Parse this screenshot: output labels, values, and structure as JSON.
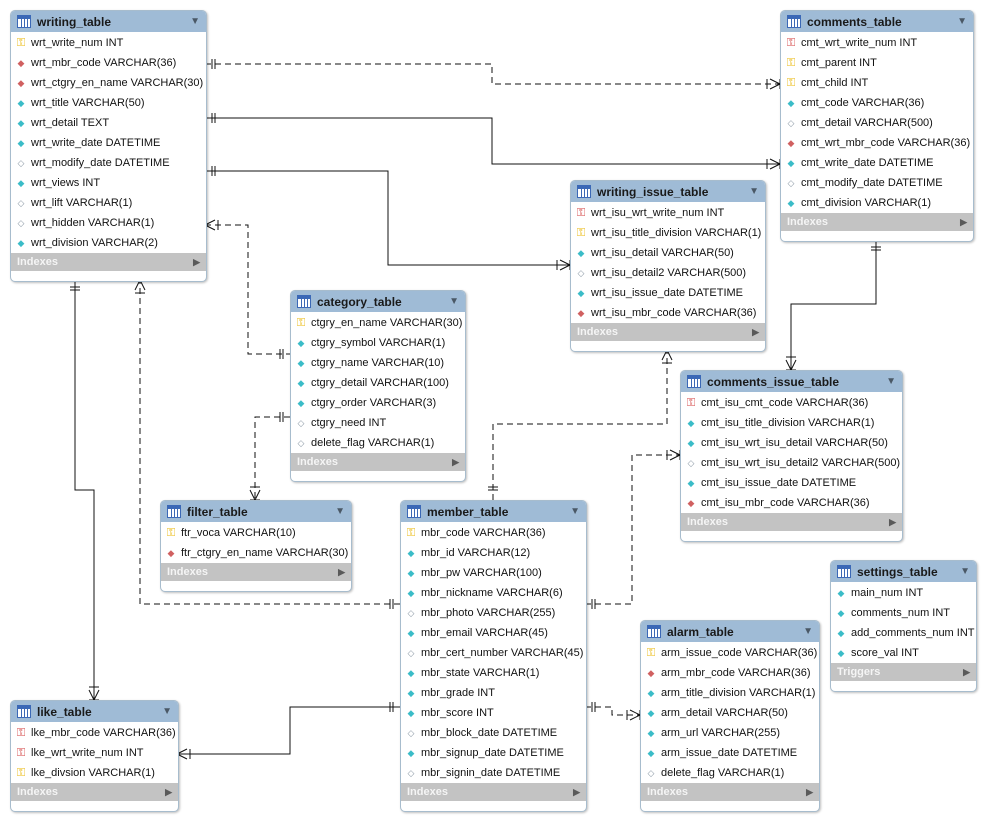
{
  "tables": {
    "writing_table": {
      "name": "writing_table",
      "columns": [
        {
          "icon": "pk-key-icon",
          "text": "wrt_write_num INT"
        },
        {
          "icon": "fk-diamond-icon",
          "text": "wrt_mbr_code VARCHAR(36)"
        },
        {
          "icon": "fk-diamond-icon",
          "text": "wrt_ctgry_en_name VARCHAR(30)"
        },
        {
          "icon": "column-diamond-icon",
          "text": "wrt_title VARCHAR(50)"
        },
        {
          "icon": "column-diamond-icon",
          "text": "wrt_detail TEXT"
        },
        {
          "icon": "column-diamond-icon",
          "text": "wrt_write_date DATETIME"
        },
        {
          "icon": "nullable-diamond-icon",
          "text": "wrt_modify_date DATETIME"
        },
        {
          "icon": "column-diamond-icon",
          "text": "wrt_views INT"
        },
        {
          "icon": "nullable-diamond-icon",
          "text": "wrt_lift VARCHAR(1)"
        },
        {
          "icon": "nullable-diamond-icon",
          "text": "wrt_hidden VARCHAR(1)"
        },
        {
          "icon": "column-diamond-icon",
          "text": "wrt_division VARCHAR(2)"
        }
      ],
      "footer": "Indexes"
    },
    "comments_table": {
      "name": "comments_table",
      "columns": [
        {
          "icon": "fk-pk-key-icon",
          "text": "cmt_wrt_write_num INT"
        },
        {
          "icon": "pk-key-icon",
          "text": "cmt_parent INT"
        },
        {
          "icon": "pk-key-icon",
          "text": "cmt_child INT"
        },
        {
          "icon": "column-diamond-icon",
          "text": "cmt_code VARCHAR(36)"
        },
        {
          "icon": "nullable-diamond-icon",
          "text": "cmt_detail VARCHAR(500)"
        },
        {
          "icon": "fk-diamond-icon",
          "text": "cmt_wrt_mbr_code VARCHAR(36)"
        },
        {
          "icon": "column-diamond-icon",
          "text": "cmt_write_date DATETIME"
        },
        {
          "icon": "nullable-diamond-icon",
          "text": "cmt_modify_date DATETIME"
        },
        {
          "icon": "column-diamond-icon",
          "text": "cmt_division VARCHAR(1)"
        }
      ],
      "footer": "Indexes"
    },
    "writing_issue_table": {
      "name": "writing_issue_table",
      "columns": [
        {
          "icon": "fk-pk-key-icon",
          "text": "wrt_isu_wrt_write_num INT"
        },
        {
          "icon": "pk-key-icon",
          "text": "wrt_isu_title_division VARCHAR(1)"
        },
        {
          "icon": "column-diamond-icon",
          "text": "wrt_isu_detail VARCHAR(50)"
        },
        {
          "icon": "nullable-diamond-icon",
          "text": "wrt_isu_detail2 VARCHAR(500)"
        },
        {
          "icon": "column-diamond-icon",
          "text": "wrt_isu_issue_date DATETIME"
        },
        {
          "icon": "fk-diamond-icon",
          "text": "wrt_isu_mbr_code VARCHAR(36)"
        }
      ],
      "footer": "Indexes"
    },
    "category_table": {
      "name": "category_table",
      "columns": [
        {
          "icon": "pk-key-icon",
          "text": "ctgry_en_name VARCHAR(30)"
        },
        {
          "icon": "column-diamond-icon",
          "text": "ctgry_symbol VARCHAR(1)"
        },
        {
          "icon": "column-diamond-icon",
          "text": "ctgry_name VARCHAR(10)"
        },
        {
          "icon": "column-diamond-icon",
          "text": "ctgry_detail VARCHAR(100)"
        },
        {
          "icon": "column-diamond-icon",
          "text": "ctgry_order VARCHAR(3)"
        },
        {
          "icon": "nullable-diamond-icon",
          "text": "ctgry_need INT"
        },
        {
          "icon": "nullable-diamond-icon",
          "text": "delete_flag VARCHAR(1)"
        }
      ],
      "footer": "Indexes"
    },
    "comments_issue_table": {
      "name": "comments_issue_table",
      "columns": [
        {
          "icon": "fk-pk-key-icon",
          "text": "cmt_isu_cmt_code VARCHAR(36)"
        },
        {
          "icon": "column-diamond-icon",
          "text": "cmt_isu_title_division VARCHAR(1)"
        },
        {
          "icon": "column-diamond-icon",
          "text": "cmt_isu_wrt_isu_detail VARCHAR(50)"
        },
        {
          "icon": "nullable-diamond-icon",
          "text": "cmt_isu_wrt_isu_detail2 VARCHAR(500)"
        },
        {
          "icon": "column-diamond-icon",
          "text": "cmt_isu_issue_date DATETIME"
        },
        {
          "icon": "fk-diamond-icon",
          "text": "cmt_isu_mbr_code VARCHAR(36)"
        }
      ],
      "footer": "Indexes"
    },
    "filter_table": {
      "name": "filter_table",
      "columns": [
        {
          "icon": "pk-key-icon",
          "text": "ftr_voca VARCHAR(10)"
        },
        {
          "icon": "fk-diamond-icon",
          "text": "ftr_ctgry_en_name VARCHAR(30)"
        }
      ],
      "footer": "Indexes"
    },
    "member_table": {
      "name": "member_table",
      "columns": [
        {
          "icon": "pk-key-icon",
          "text": "mbr_code VARCHAR(36)"
        },
        {
          "icon": "column-diamond-icon",
          "text": "mbr_id VARCHAR(12)"
        },
        {
          "icon": "column-diamond-icon",
          "text": "mbr_pw VARCHAR(100)"
        },
        {
          "icon": "column-diamond-icon",
          "text": "mbr_nickname VARCHAR(6)"
        },
        {
          "icon": "nullable-diamond-icon",
          "text": "mbr_photo VARCHAR(255)"
        },
        {
          "icon": "column-diamond-icon",
          "text": "mbr_email VARCHAR(45)"
        },
        {
          "icon": "nullable-diamond-icon",
          "text": "mbr_cert_number VARCHAR(45)"
        },
        {
          "icon": "column-diamond-icon",
          "text": "mbr_state VARCHAR(1)"
        },
        {
          "icon": "column-diamond-icon",
          "text": "mbr_grade INT"
        },
        {
          "icon": "column-diamond-icon",
          "text": "mbr_score INT"
        },
        {
          "icon": "nullable-diamond-icon",
          "text": "mbr_block_date DATETIME"
        },
        {
          "icon": "column-diamond-icon",
          "text": "mbr_signup_date DATETIME"
        },
        {
          "icon": "nullable-diamond-icon",
          "text": "mbr_signin_date DATETIME"
        }
      ],
      "footer": "Indexes"
    },
    "settings_table": {
      "name": "settings_table",
      "columns": [
        {
          "icon": "column-diamond-icon",
          "text": "main_num INT"
        },
        {
          "icon": "column-diamond-icon",
          "text": "comments_num INT"
        },
        {
          "icon": "column-diamond-icon",
          "text": "add_comments_num INT"
        },
        {
          "icon": "column-diamond-icon",
          "text": "score_val INT"
        }
      ],
      "footer": "Triggers"
    },
    "alarm_table": {
      "name": "alarm_table",
      "columns": [
        {
          "icon": "pk-key-icon",
          "text": "arm_issue_code VARCHAR(36)"
        },
        {
          "icon": "fk-diamond-icon",
          "text": "arm_mbr_code VARCHAR(36)"
        },
        {
          "icon": "column-diamond-icon",
          "text": "arm_title_division VARCHAR(1)"
        },
        {
          "icon": "column-diamond-icon",
          "text": "arm_detail VARCHAR(50)"
        },
        {
          "icon": "column-diamond-icon",
          "text": "arm_url VARCHAR(255)"
        },
        {
          "icon": "column-diamond-icon",
          "text": "arm_issue_date DATETIME"
        },
        {
          "icon": "nullable-diamond-icon",
          "text": "delete_flag VARCHAR(1)"
        }
      ],
      "footer": "Indexes"
    },
    "like_table": {
      "name": "like_table",
      "columns": [
        {
          "icon": "fk-pk-key-icon",
          "text": "lke_mbr_code VARCHAR(36)"
        },
        {
          "icon": "fk-pk-key-icon",
          "text": "lke_wrt_write_num INT"
        },
        {
          "icon": "pk-key-icon",
          "text": "lke_divsion VARCHAR(1)"
        }
      ],
      "footer": "Indexes"
    }
  },
  "colors": {
    "header": "#9fbbd6",
    "footer": "#c3c3c3",
    "pk": "#e8b400",
    "fkpk": "#d23a3a",
    "fk": "#d06060",
    "column": "#3bbcc8",
    "line": "#111111"
  }
}
